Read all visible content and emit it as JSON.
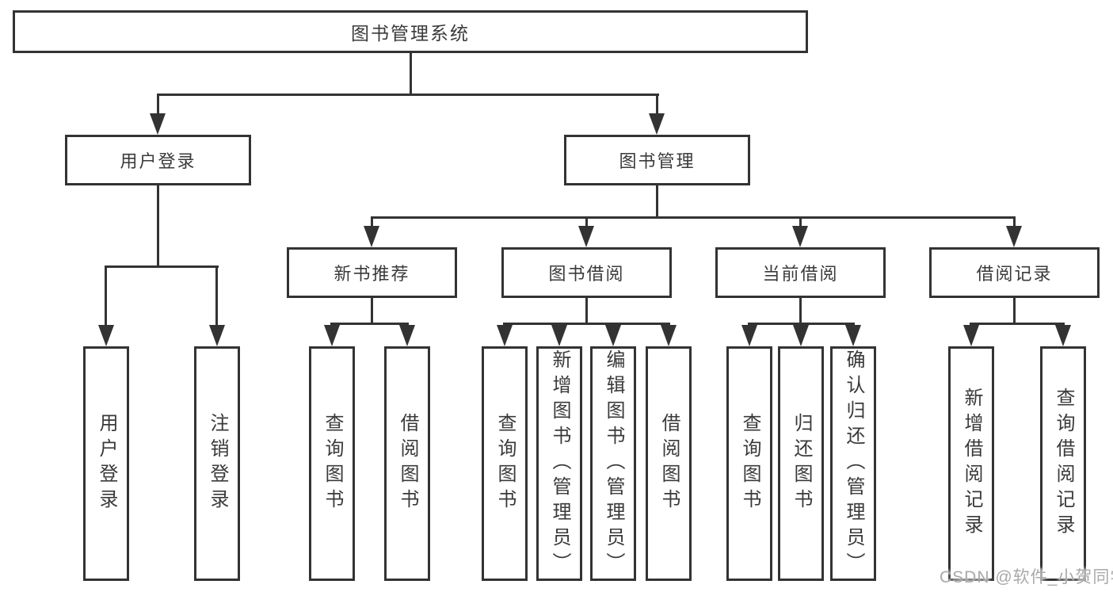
{
  "tree": {
    "root": {
      "label": "图书管理系统"
    },
    "branches": [
      {
        "label": "用户登录",
        "children": [
          "用户登录",
          "注销登录"
        ]
      },
      {
        "label": "图书管理",
        "sections": [
          {
            "label": "新书推荐",
            "children": [
              "查询图书",
              "借阅图书"
            ]
          },
          {
            "label": "图书借阅",
            "children": [
              "查询图书",
              "新增图书（管理员）",
              "编辑图书（管理员）",
              "借阅图书"
            ]
          },
          {
            "label": "当前借阅",
            "children": [
              "查询图书",
              "归还图书",
              "确认归还（管理员）"
            ]
          },
          {
            "label": "借阅记录",
            "children": [
              "新增借阅记录",
              "查询借阅记录"
            ]
          }
        ]
      }
    ]
  },
  "watermark": "CSDN @软件_小贺同学",
  "colors": {
    "line": "#333333",
    "text": "#3a3a3a",
    "background": "#ffffff",
    "watermark": "#a9a9a9"
  }
}
